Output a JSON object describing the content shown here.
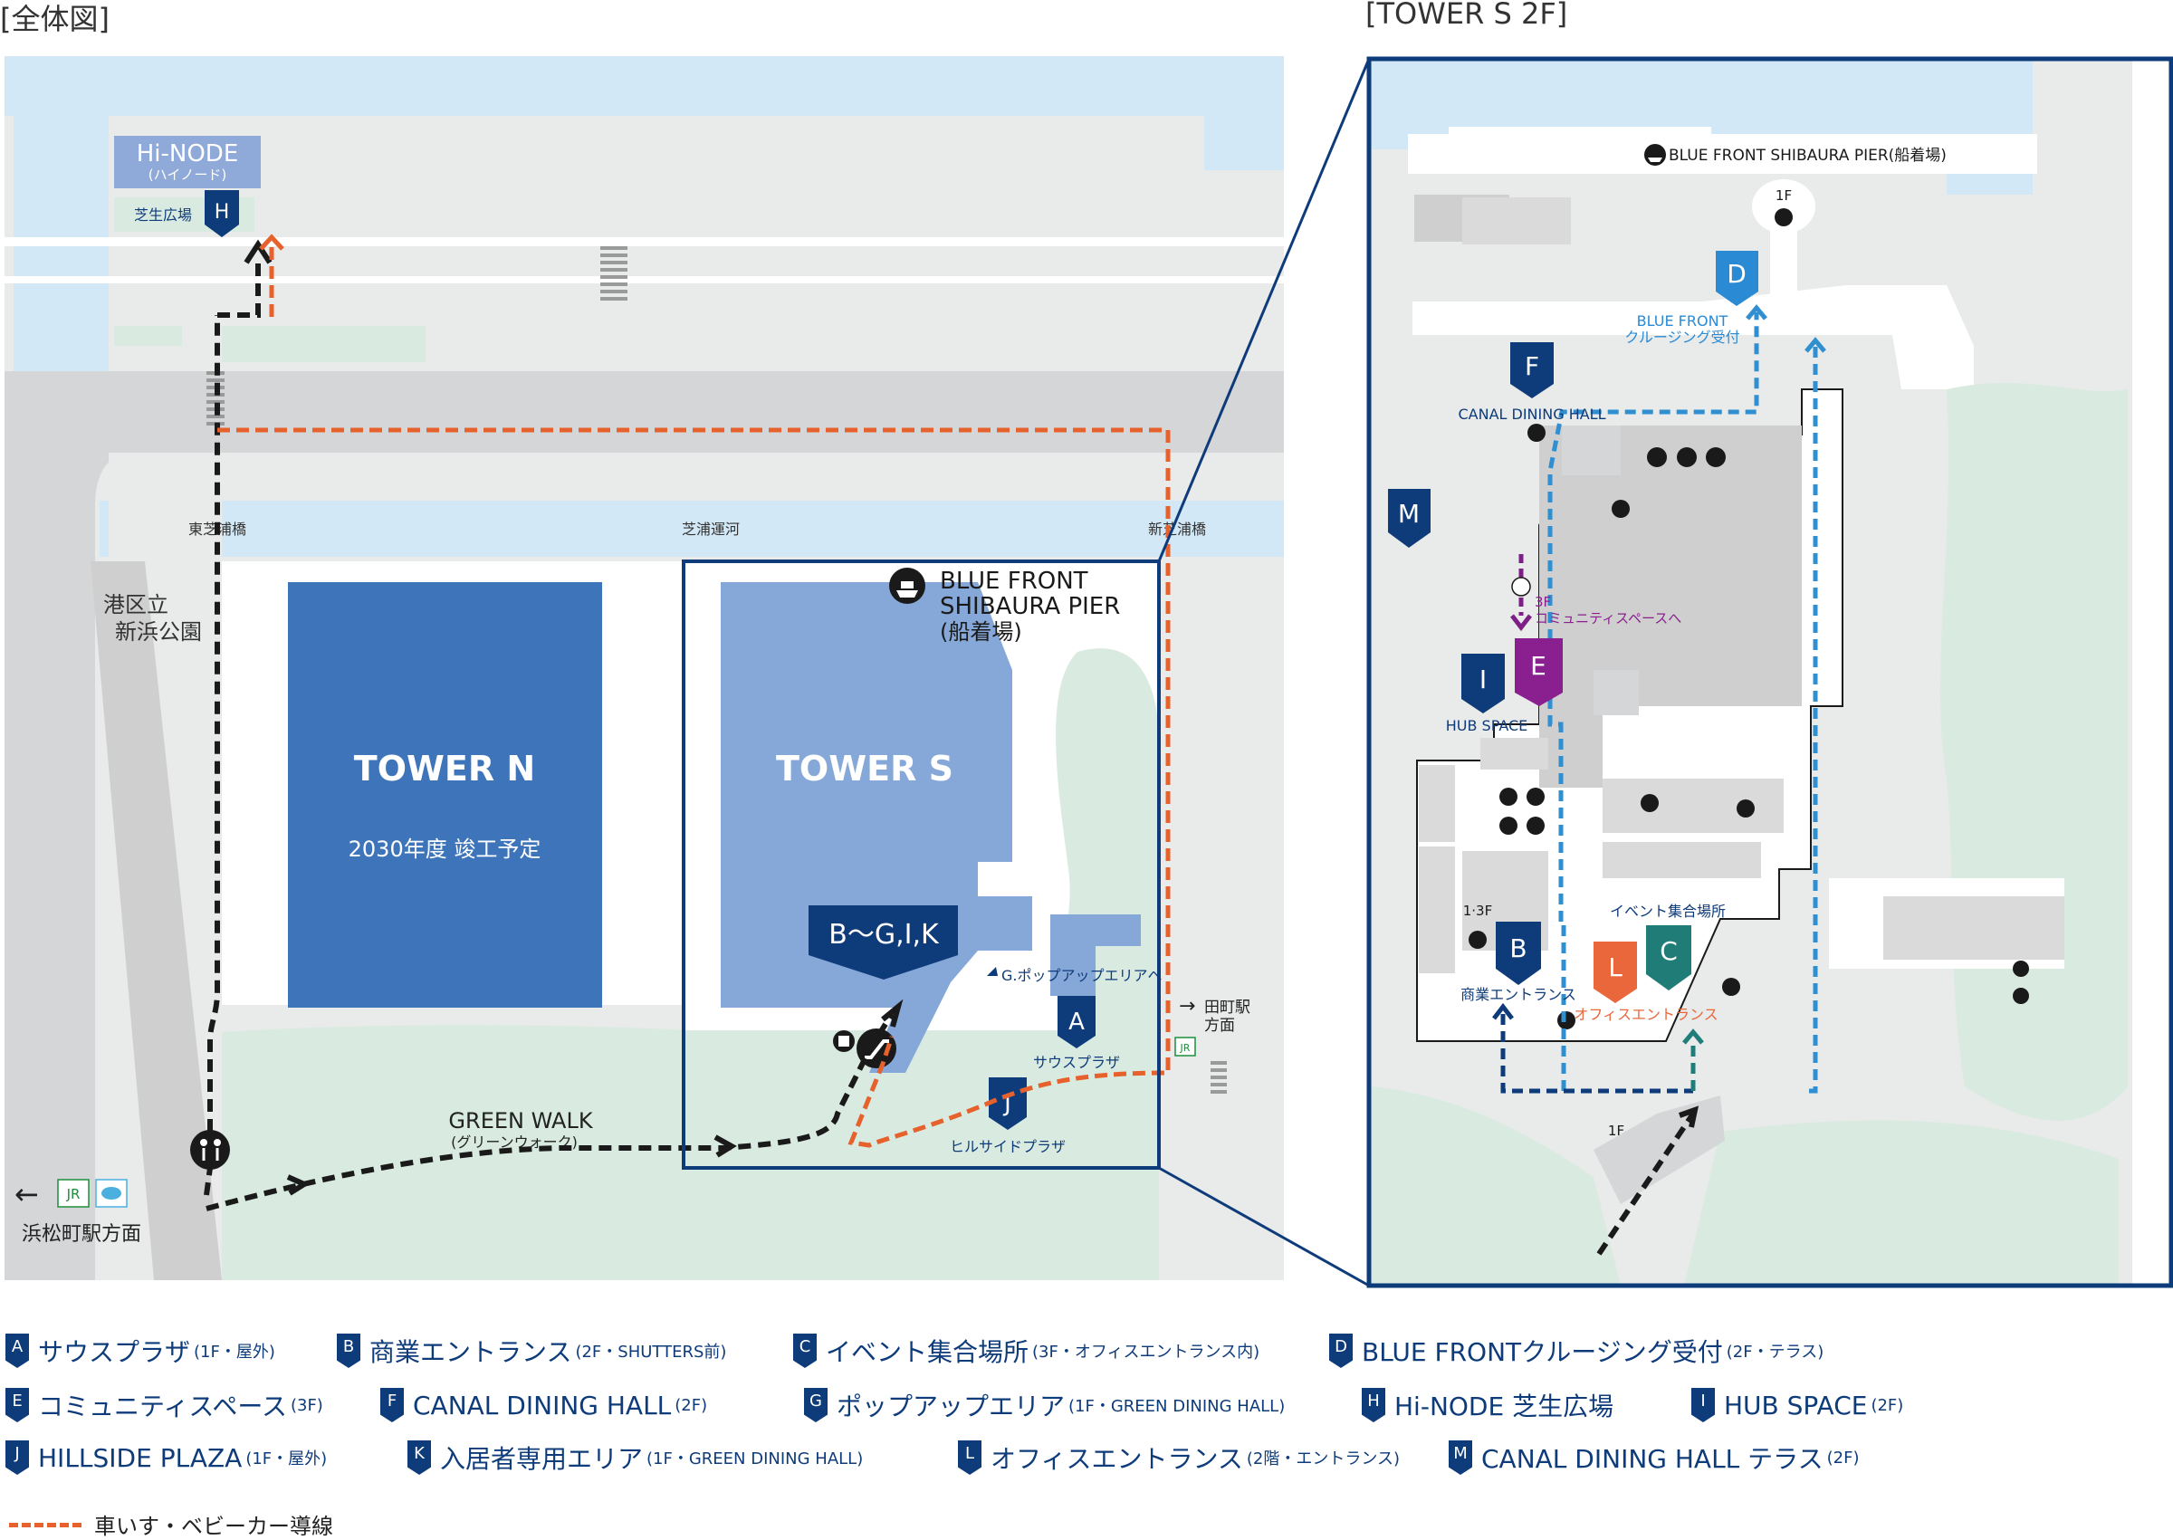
{
  "headings": {
    "overview": "[全体図]",
    "detail": "[TOWER S 2F]"
  },
  "overview": {
    "hinode": {
      "title": "Hi-NODE",
      "subtitle": "(ハイノード)",
      "lawn": "芝生広場",
      "badge": "H"
    },
    "bridges": {
      "east": "東芝浦橋",
      "canal": "芝浦運河",
      "new": "新芝浦橋"
    },
    "park": {
      "line1": "港区立",
      "line2": "新浜公園"
    },
    "tower_n": {
      "name": "TOWER N",
      "note": "2030年度 竣工予定"
    },
    "tower_s": {
      "name": "TOWER S",
      "zone": "B〜G,I,K"
    },
    "pier": {
      "line1": "BLUE FRONT",
      "line2": "SHIBAURA PIER",
      "line3": "(船着場)"
    },
    "popup": "G.ポップアップエリアへ",
    "south_plaza": {
      "badge": "A",
      "label": "サウスプラザ"
    },
    "hillside": {
      "badge": "J",
      "label": "ヒルサイドプラザ"
    },
    "tamachi": {
      "line1": "田町駅",
      "line2": "方面",
      "jr": "JR"
    },
    "greenwalk": {
      "line1": "GREEN WALK",
      "line2": "(グリーンウォーク)"
    },
    "hamamatsucho": {
      "label": "浜松町駅方面",
      "jr": "JR"
    }
  },
  "detail": {
    "pier_label": "BLUE FRONT SHIBAURA PIER(船着場)",
    "floor_1f_top": "1F",
    "floor_1f_bottom": "1F",
    "floor_13f": "1·3F",
    "d": {
      "badge": "D",
      "line1": "BLUE FRONT",
      "line2": "クルージング受付"
    },
    "f": {
      "badge": "F",
      "label": "CANAL DINING HALL"
    },
    "m": {
      "badge": "M"
    },
    "e": {
      "badge": "E",
      "line1": "3F",
      "line2": "コミュニティスペースへ"
    },
    "i": {
      "badge": "I",
      "label": "HUB SPACE"
    },
    "b": {
      "badge": "B",
      "label": "商業エントランス"
    },
    "l": {
      "badge": "L",
      "label": "オフィスエントランス"
    },
    "c": {
      "badge": "C",
      "label": "イベント集合場所"
    }
  },
  "legend": {
    "items": [
      {
        "badge": "A",
        "main": "サウスプラザ",
        "sub": "(1F・屋外)"
      },
      {
        "badge": "B",
        "main": "商業エントランス",
        "sub": "(2F・SHUTTERS前)"
      },
      {
        "badge": "C",
        "main": "イベント集合場所",
        "sub": "(3F・オフィスエントランス内)"
      },
      {
        "badge": "D",
        "main": "BLUE FRONTクルージング受付",
        "sub": "(2F・テラス)"
      },
      {
        "badge": "E",
        "main": "コミュニティスペース",
        "sub": "(3F)"
      },
      {
        "badge": "F",
        "main": "CANAL DINING HALL",
        "sub": "(2F)"
      },
      {
        "badge": "G",
        "main": "ポップアップエリア",
        "sub": "(1F・GREEN DINING HALL)"
      },
      {
        "badge": "H",
        "main": "Hi-NODE 芝生広場",
        "sub": ""
      },
      {
        "badge": "I",
        "main": "HUB SPACE",
        "sub": "(2F)"
      },
      {
        "badge": "J",
        "main": "HILLSIDE PLAZA",
        "sub": "(1F・屋外)"
      },
      {
        "badge": "K",
        "main": "入居者専用エリア",
        "sub": "(1F・GREEN DINING HALL)"
      },
      {
        "badge": "L",
        "main": "オフィスエントランス",
        "sub": "(2階・エントランス)"
      },
      {
        "badge": "M",
        "main": "CANAL DINING HALL テラス",
        "sub": "(2F)"
      }
    ],
    "route": "車いす・ベビーカー導線"
  },
  "colors": {
    "water": "#d3e8f6",
    "ground": "#e9eaea",
    "road": "#cfcfcf",
    "green": "#d9ebe1",
    "tower_n": "#3e74ba",
    "tower_s": "#86a8d8",
    "navy": "#0e3b7a",
    "orange": "#e6612b",
    "blue_route": "#2f8fd0",
    "teal_route": "#1f7d7a",
    "purple": "#7d1f86",
    "badge_d": "#2a8ad4",
    "badge_e": "#8a1f8f",
    "badge_l": "#e9673a",
    "badge_c": "#1f7c76"
  }
}
